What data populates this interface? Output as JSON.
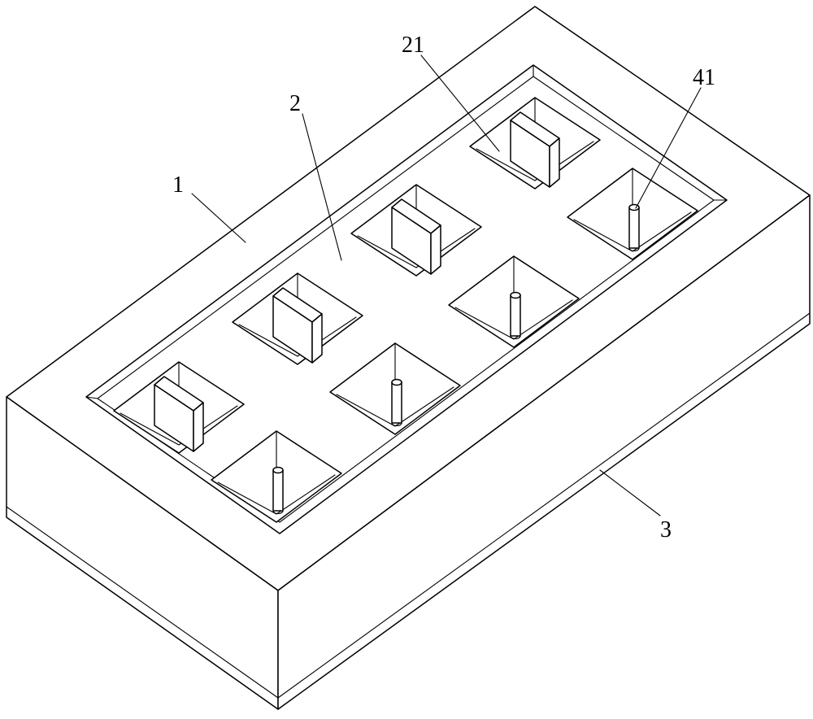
{
  "labels": {
    "body": "1",
    "inner_plate": "2",
    "socket": "21",
    "pin": "41",
    "base": "3"
  }
}
